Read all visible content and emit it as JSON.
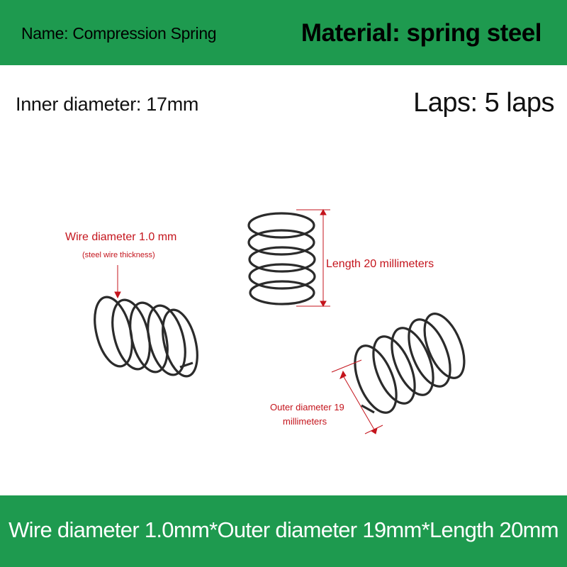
{
  "header": {
    "name": "Name: Compression Spring",
    "material": "Material: spring steel"
  },
  "specs": {
    "inner_diameter": "Inner diameter: 17mm",
    "laps": "Laps: 5 laps"
  },
  "annotations": {
    "wire_diameter": "Wire diameter 1.0 mm",
    "wire_thickness_note": "(steel wire thickness)",
    "length": "Length 20 millimeters",
    "outer_diameter_line1": "Outer diameter 19",
    "outer_diameter_line2": "millimeters"
  },
  "footer": {
    "summary": "Wire diameter 1.0mm*Outer diameter 19mm*Length 20mm"
  },
  "colors": {
    "banner_green": "#1e9a4f",
    "annotation_red": "#c4141c",
    "spring_metal": "#2b2b2b"
  }
}
